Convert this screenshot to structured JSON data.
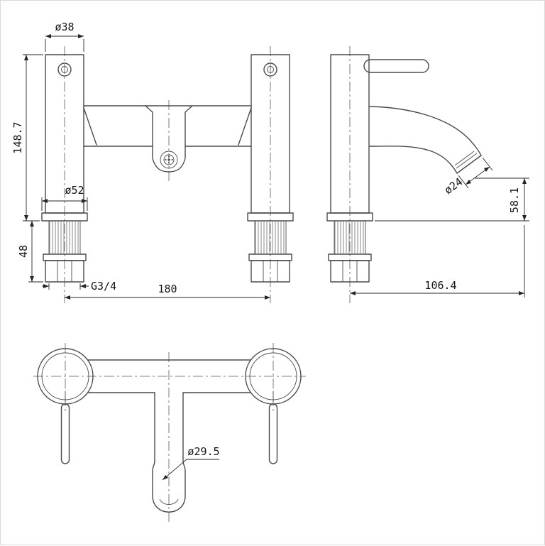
{
  "colors": {
    "object_line": "#4a4a4a",
    "dimension_line": "#262626",
    "background": "#ffffff"
  },
  "drawing": {
    "views": {
      "front": {
        "dims": {
          "top_diameter": "ø38",
          "height": "148.7",
          "flange_diameter": "ø52",
          "shank_length": "48",
          "thread_size": "G3/4",
          "tap_centres": "180"
        }
      },
      "side": {
        "dims": {
          "spout_diameter": "ø24",
          "outlet_height": "58.1",
          "spout_reach": "106.4"
        }
      },
      "plan": {
        "dims": {
          "spout_width": "ø29.5"
        }
      }
    }
  }
}
